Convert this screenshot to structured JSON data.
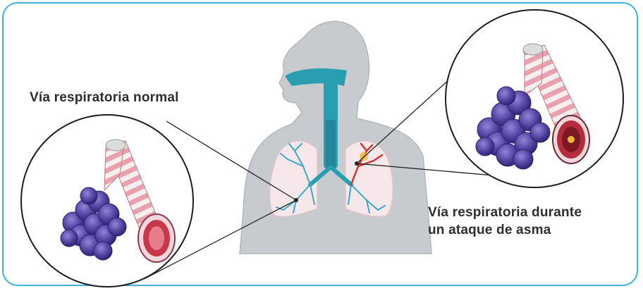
{
  "labels": {
    "normal_airway": "Vía respiratoria normal",
    "asthma_airway_line1": "Vía respiratoria durante",
    "asthma_airway_line2": "un ataque de asma"
  },
  "colors": {
    "frame_border": "#3db3dc",
    "body_silhouette": "#c8cbce",
    "airway_teal": "#2a9eb1",
    "lung_fill": "#f6e8ea",
    "bronchi_blue": "#3aa9c6",
    "inflamed_red": "#d4352c",
    "alveoli_purple": "#5a4aa8",
    "airway_ring_pink": "#e9a2ad",
    "text": "#2e2e2e"
  }
}
